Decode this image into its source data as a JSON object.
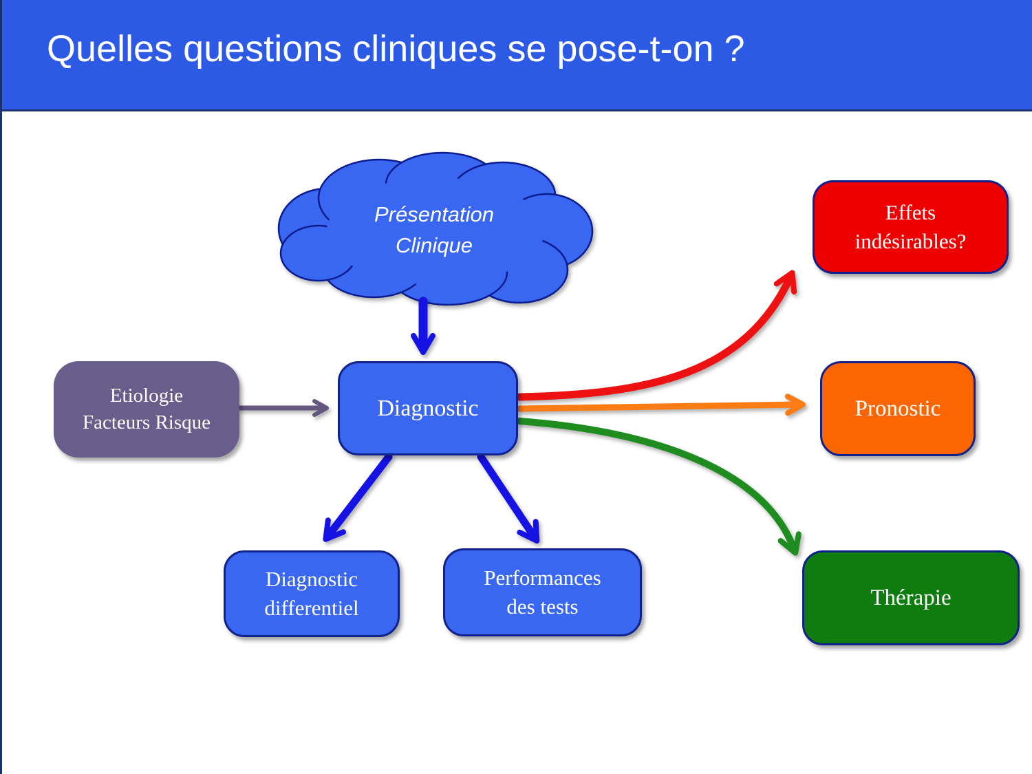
{
  "title": "Quelles questions cliniques se pose-t-on ?",
  "colors": {
    "header_blue": "#2d5ae4",
    "node_blue": "#3a67f2",
    "node_border_navy": "#10218c",
    "purple": "#695d8c",
    "red": "#ef0000",
    "orange": "#fb6602",
    "green": "#0e7c0e",
    "arrow_blue": "#1512e3",
    "arrow_purple": "#63577f",
    "arrow_red": "#ee1111",
    "arrow_orange": "#fb7b15",
    "arrow_green": "#1f8c1f"
  },
  "nodes": {
    "cloud": {
      "label": "Présentation\nClinique"
    },
    "etiologie": {
      "label": "Etiologie\nFacteurs Risque"
    },
    "diagnostic": {
      "label": "Diagnostic"
    },
    "diagnostic_differentiel": {
      "label": "Diagnostic\ndifferentiel"
    },
    "performances_tests": {
      "label": "Performances\ndes tests"
    },
    "effets_indesirables": {
      "label": "Effets\nindésirables?"
    },
    "pronostic": {
      "label": "Pronostic"
    },
    "therapie": {
      "label": "Thérapie"
    }
  }
}
